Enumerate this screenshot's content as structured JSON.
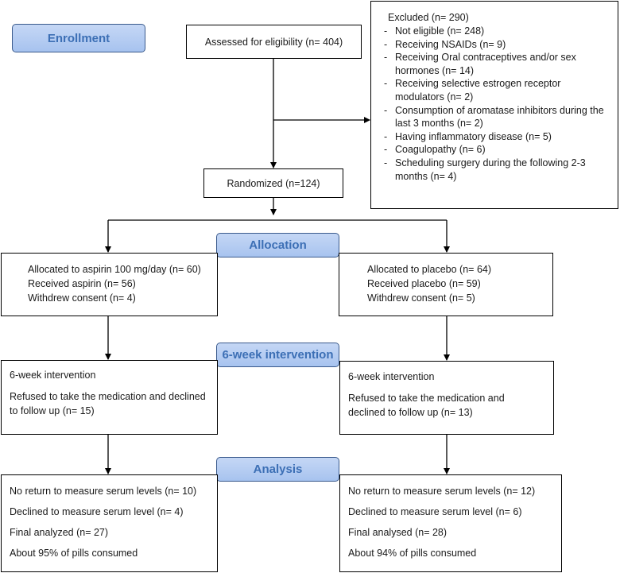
{
  "stages": {
    "enrollment": "Enrollment",
    "allocation": "Allocation",
    "intervention": "6-week intervention",
    "analysis": "Analysis"
  },
  "assessed": "Assessed for eligibility (n= 404)",
  "excluded": {
    "title": "Excluded (n= 290)",
    "items": [
      "Not eligible (n= 248)",
      "Receiving NSAIDs (n= 9)",
      "Receiving Oral contraceptives and/or sex hormones (n= 14)",
      "Receiving selective estrogen receptor modulators (n= 2)",
      "Consumption of aromatase inhibitors during the last 3 months (n= 2)",
      "Having inflammatory disease (n= 5)",
      "Coagulopathy (n= 6)",
      "Scheduling surgery during the following 2-3 months (n= 4)"
    ]
  },
  "randomized": "Randomized (n=124)",
  "aspirin_arm": {
    "allocation": [
      "Allocated to aspirin 100 mg/day (n= 60)",
      "Received aspirin (n= 56)",
      "Withdrew consent (n= 4)"
    ],
    "intervention_title": "6-week intervention",
    "intervention_detail": [
      "Refused to take the medication and declined",
      "to follow up (n= 15)"
    ],
    "analysis": [
      "No return to measure serum levels (n= 10)",
      "Declined to measure serum level (n= 4)",
      "Final analyzed (n= 27)",
      "About 95% of pills consumed"
    ]
  },
  "placebo_arm": {
    "allocation": [
      "Allocated to placebo (n= 64)",
      "Received placebo (n= 59)",
      "Withdrew consent (n= 5)"
    ],
    "intervention_title": "6-week intervention",
    "intervention_detail": [
      "Refused to take the medication and",
      "declined to follow up (n= 13)"
    ],
    "analysis": [
      "No return to measure serum levels (n= 12)",
      "Declined to measure serum level (n= 6)",
      "Final analysed (n= 28)",
      "About 94% of pills consumed"
    ]
  }
}
